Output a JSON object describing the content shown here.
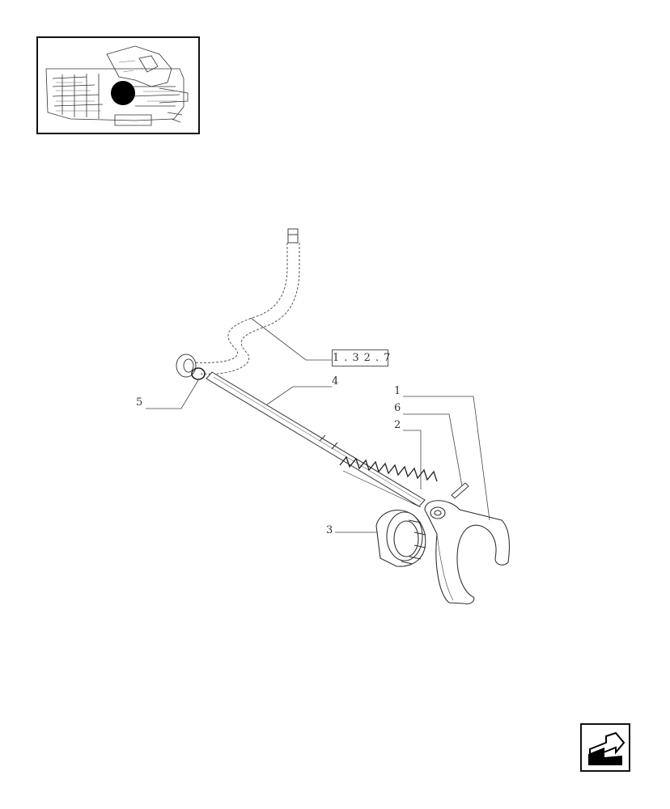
{
  "reference_link": "1.32.7",
  "callouts": {
    "c1": "1",
    "c2": "2",
    "c3": "3",
    "c4": "4",
    "c5": "5",
    "c6": "6"
  },
  "icons": {
    "locator": "assembly-locator-thumbnail",
    "nav": "previous-page-arrow-icon"
  }
}
